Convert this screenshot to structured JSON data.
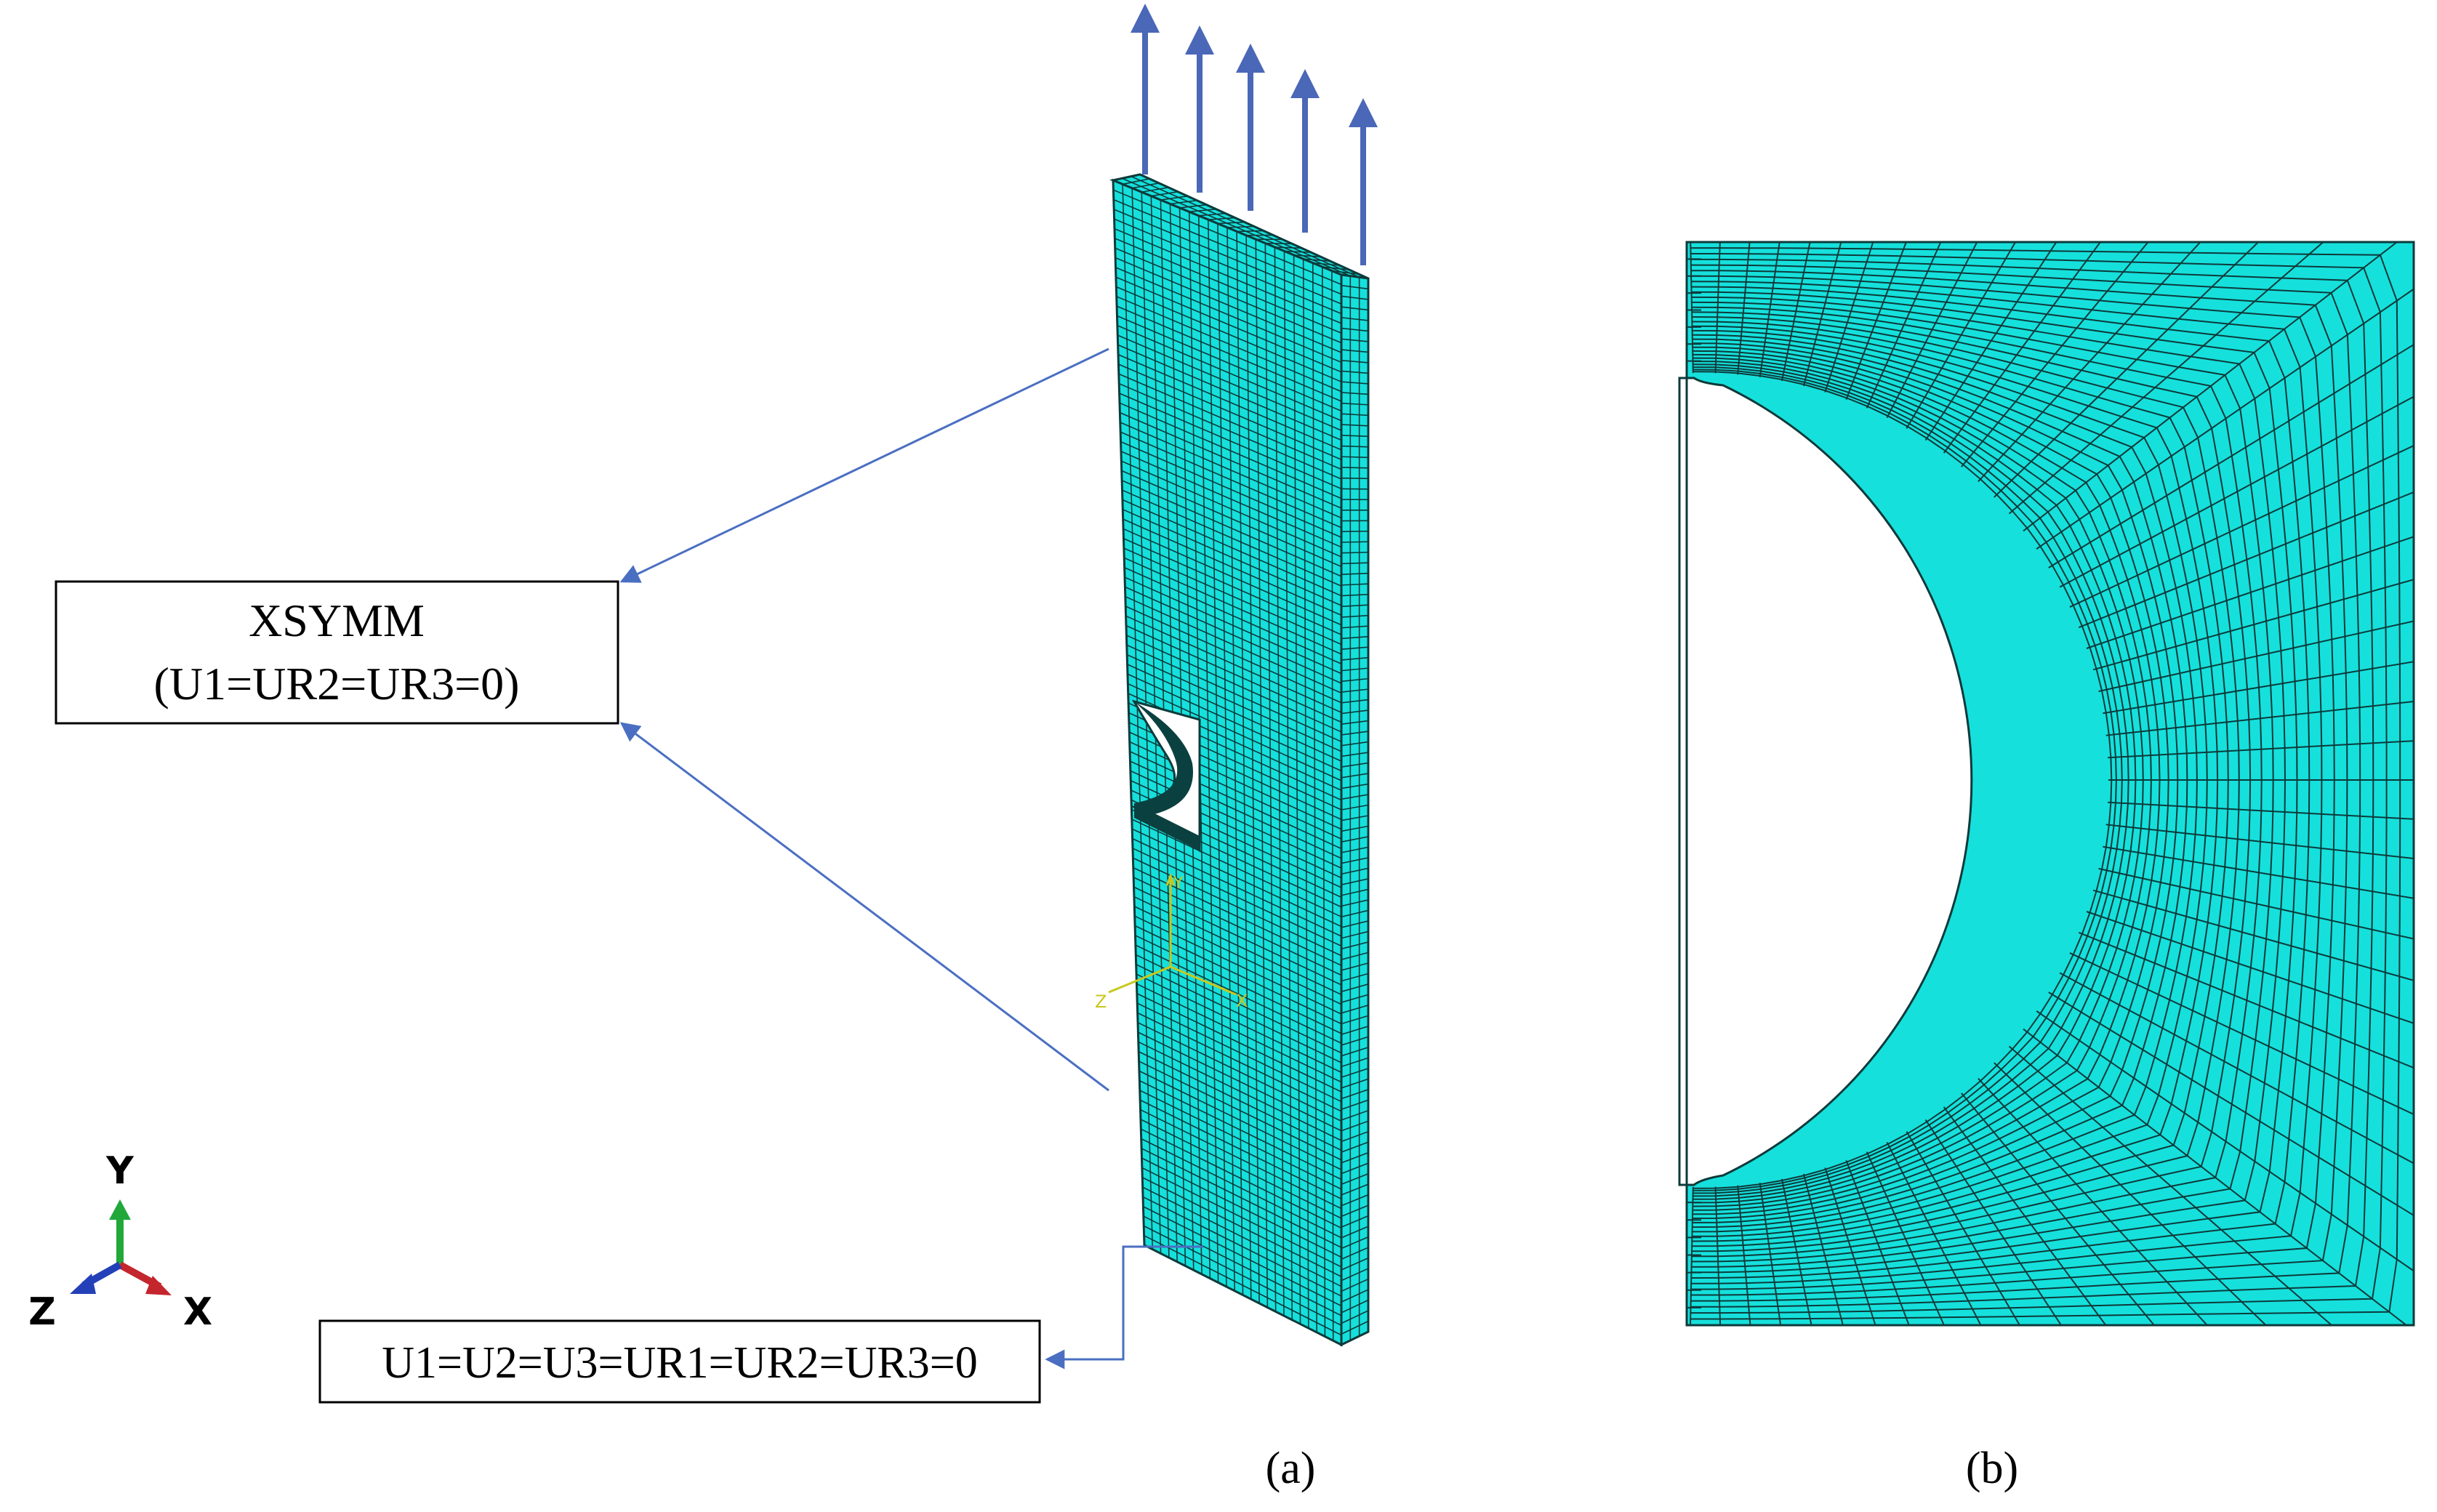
{
  "figure": {
    "panel_a": {
      "caption": "(a)",
      "bc_symmetry": {
        "name": "XSYMM",
        "condition": "(U1=UR2=UR3=0)"
      },
      "bc_fixed": {
        "condition": "U1=U2=U3=UR1=UR2=UR3=0"
      },
      "global_triad": {
        "y": "Y",
        "z": "Z",
        "x": "X"
      },
      "local_csys": {
        "y": "Y",
        "z": "Z",
        "x": "X"
      },
      "load_arrow_count": 5
    },
    "panel_b": {
      "caption": "(b)"
    }
  },
  "colors": {
    "mesh_fill": "#16e0dc",
    "mesh_line": "#0d3a3a",
    "callout_arrow": "#4a6fc2",
    "load_arrow": "#4a67b8",
    "triad_y": "#22a83a",
    "triad_x": "#c4262e",
    "triad_z": "#2440b8",
    "csys": "#c8c81e"
  }
}
